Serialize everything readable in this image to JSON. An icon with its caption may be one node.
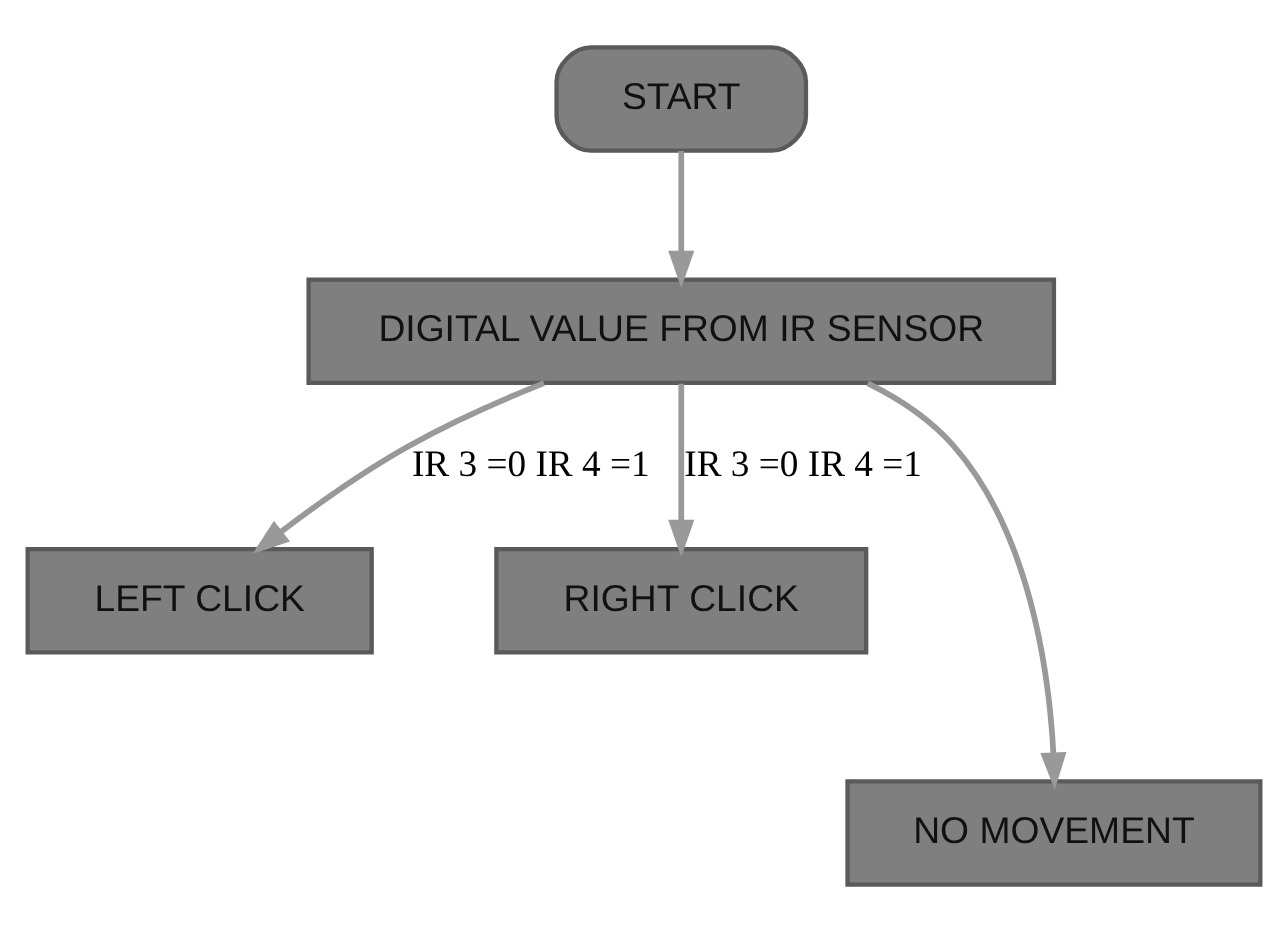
{
  "diagram": {
    "nodes": [
      {
        "text": [
          "START"
        ]
      },
      {
        "text": [
          "DIGITAL VALUE FROM IR SENSOR"
        ]
      },
      {
        "text": [
          "LEFT CLICK"
        ]
      },
      {
        "text": [
          "RIGHT CLICK"
        ]
      },
      {
        "text": [
          "NO MOVEMENT"
        ]
      }
    ],
    "edges": [
      {
        "from": 0,
        "to": 1,
        "arrow": "to"
      },
      {
        "from": 1,
        "to": 2,
        "arrow": "to",
        "label": "IR 3 =0 IR 4 =1"
      },
      {
        "from": 1,
        "to": 3,
        "arrow": "to",
        "label": "IR 3 =0 IR 4 =1"
      },
      {
        "from": 1,
        "to": 4,
        "arrow": "to"
      }
    ]
  }
}
